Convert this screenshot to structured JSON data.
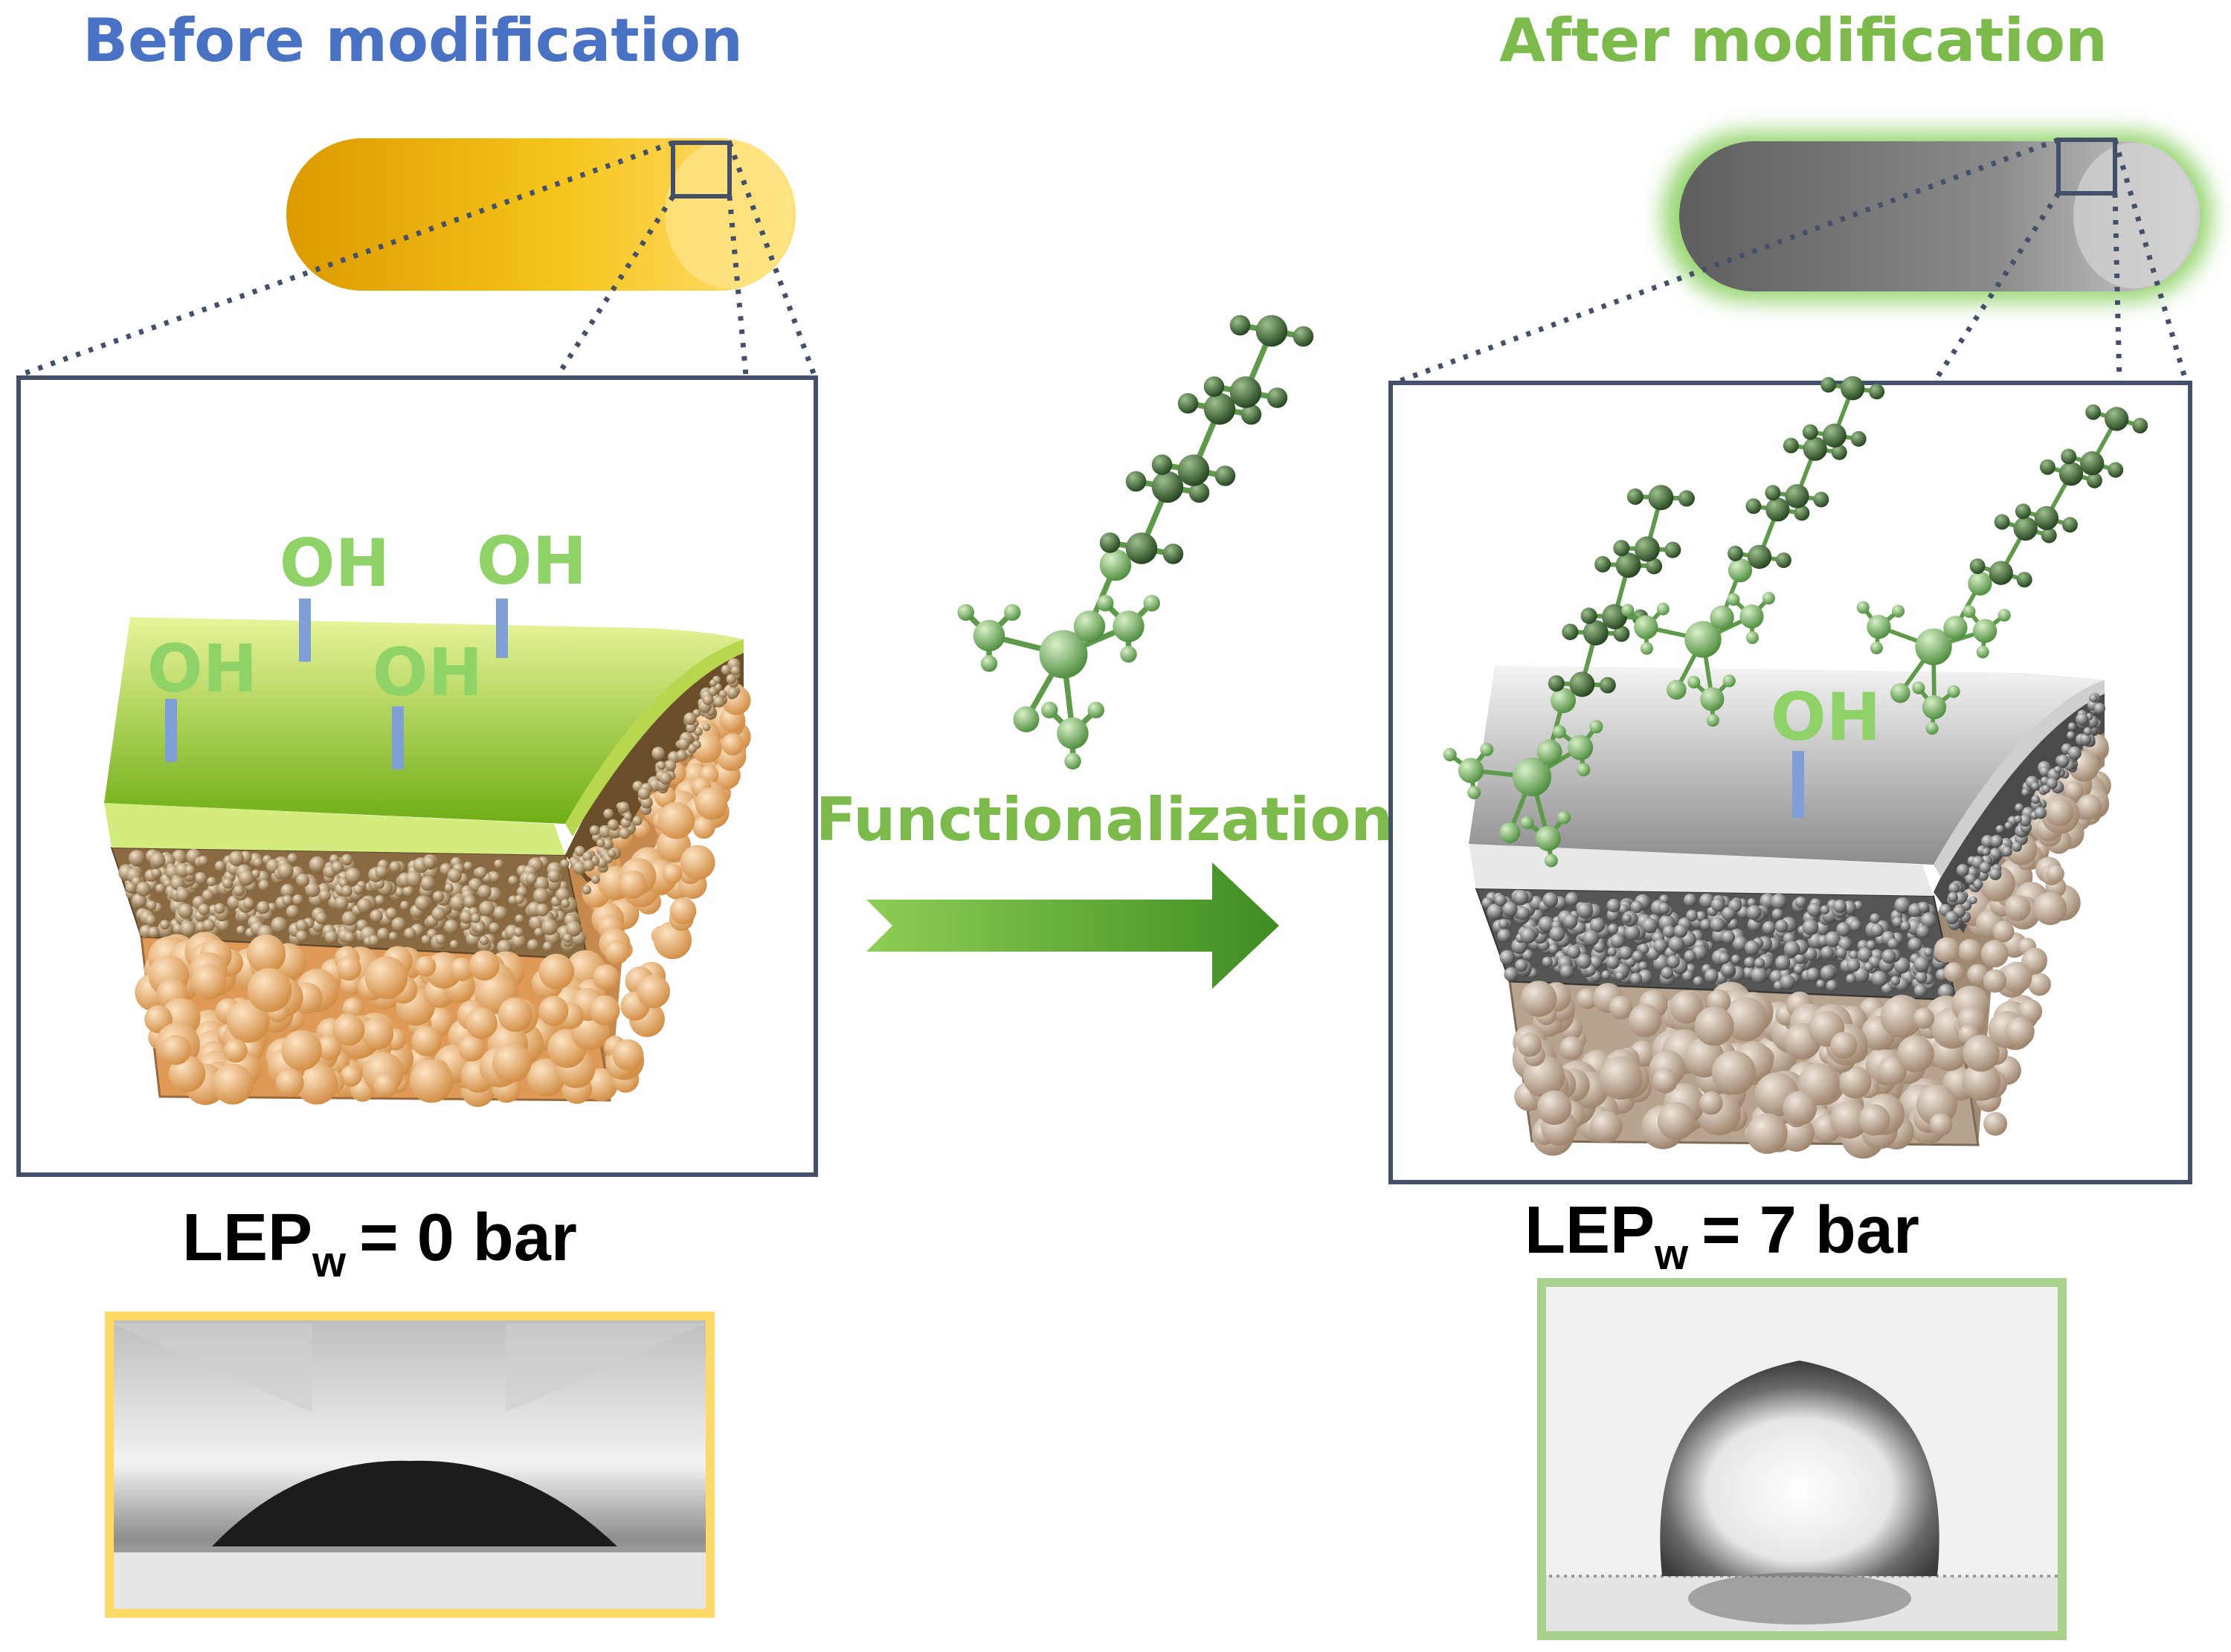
{
  "before": {
    "title": "Before modification",
    "oh_labels": [
      "OH",
      "OH",
      "OH",
      "OH"
    ],
    "lep_main": "LEP",
    "lep_sub": "w",
    "lep_value": "= 0 bar"
  },
  "after": {
    "title": "After modification",
    "oh_labels": [
      "OH"
    ],
    "lep_main": "LEP",
    "lep_sub": "w",
    "lep_value": "= 7 bar"
  },
  "process": {
    "label": "Functionalization"
  },
  "colors": {
    "before_title": "#4a72c4",
    "after_title": "#7cba4c",
    "oh_green": "#8fd268",
    "stem_blue": "#7fa0d6",
    "frame": "#44506a",
    "tube_before": "#f2b400",
    "tube_after": "#808080",
    "glow": "#8fd266",
    "arrow": "#5aa632",
    "molecule": "#5e9a4a",
    "yellow_frame": "#ffd966",
    "green_frame": "#a9d18e"
  }
}
